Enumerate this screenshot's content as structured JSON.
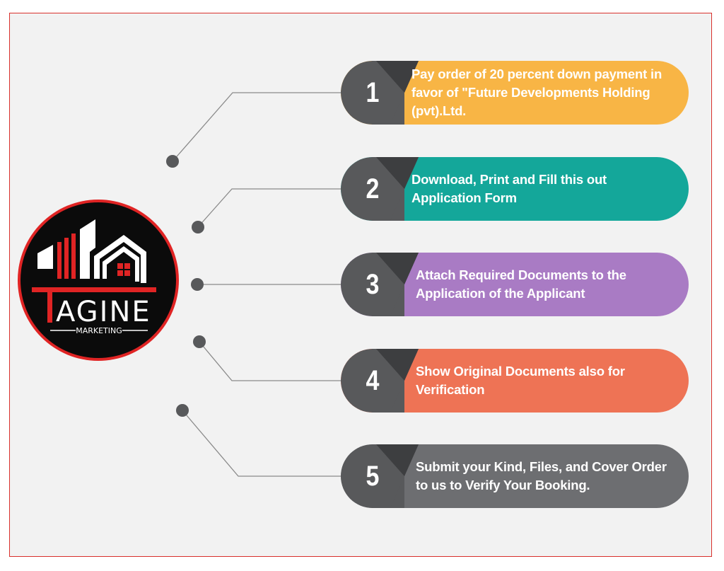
{
  "colors": {
    "background": "#f2f2f2",
    "frame_border": "#d9302c",
    "number_block": "#58595b",
    "step1": "#f8b545",
    "step2": "#14a79a",
    "step3": "#a97bc4",
    "step4": "#ee7355",
    "step5": "#6d6e71",
    "connector": "#8a8a8a",
    "logo_red": "#e02424"
  },
  "logo": {
    "brand": "AGINE",
    "tagline": "MARKETING"
  },
  "steps": [
    {
      "number": "1",
      "text": "Pay order of 20 percent down payment in favor of \"Future Developments Holding (pvt).Ltd."
    },
    {
      "number": "2",
      "text": "Download, Print and Fill this out Application Form"
    },
    {
      "number": "3",
      "text": "Attach Required Documents to the Application of the Applicant"
    },
    {
      "number": "4",
      "text": "Show Original Documents also for Verification"
    },
    {
      "number": "5",
      "text": "Submit your Kind, Files, and Cover Order to us to Verify Your Booking."
    }
  ]
}
